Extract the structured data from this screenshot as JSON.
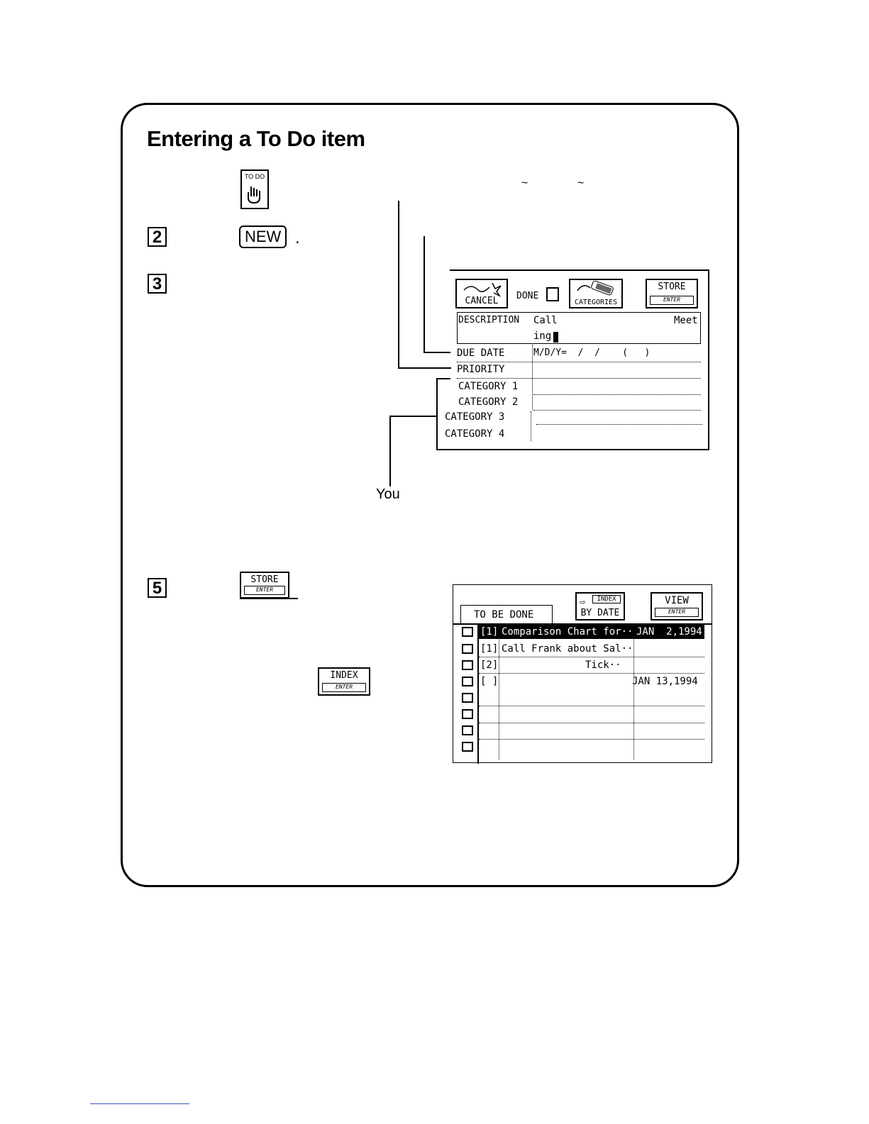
{
  "title": "Entering a To Do item",
  "steps": {
    "s1_key": "TO DO",
    "s2_num": "2",
    "s2_key": "NEW",
    "s2_period": ".",
    "s3_num": "3",
    "s5_num": "5"
  },
  "tildes": [
    "~",
    "~"
  ],
  "edit_screen": {
    "cancel_label": "CANCEL",
    "done_label": "DONE",
    "categories_label": "CATEGORIES",
    "store_label": "STORE",
    "enter_label": "ENTER",
    "description_label": "DESCRIPTION",
    "description_line1": "Call",
    "description_right": "Meet",
    "description_line2": "ing",
    "due_date_label": "DUE DATE",
    "due_date_value": "M/D/Y=  /  /    (   )",
    "priority_label": "PRIORITY",
    "category1_label": "CATEGORY 1",
    "category2_label": "CATEGORY 2",
    "category3_label": "CATEGORY 3",
    "category4_label": "CATEGORY 4"
  },
  "callout_you": "You",
  "store_key": {
    "label": "STORE",
    "enter": "ENTER"
  },
  "index_key": {
    "label": "INDEX",
    "enter": "ENTER"
  },
  "list_screen": {
    "tab_label": "TO BE DONE",
    "index_label": "INDEX",
    "by_date_label": "BY DATE",
    "view_label": "VIEW",
    "enter_label": "ENTER",
    "rows": [
      {
        "priority": "[1]",
        "text": "Comparison Chart for··",
        "date": "JAN  2,1994",
        "selected": true
      },
      {
        "priority": "[1]",
        "text": "Call Frank about Sal··",
        "date": ""
      },
      {
        "priority": "[2]",
        "text": "              Tick··",
        "date": ""
      },
      {
        "priority": "[ ]",
        "text": "",
        "date": "JAN 13,1994"
      }
    ]
  }
}
